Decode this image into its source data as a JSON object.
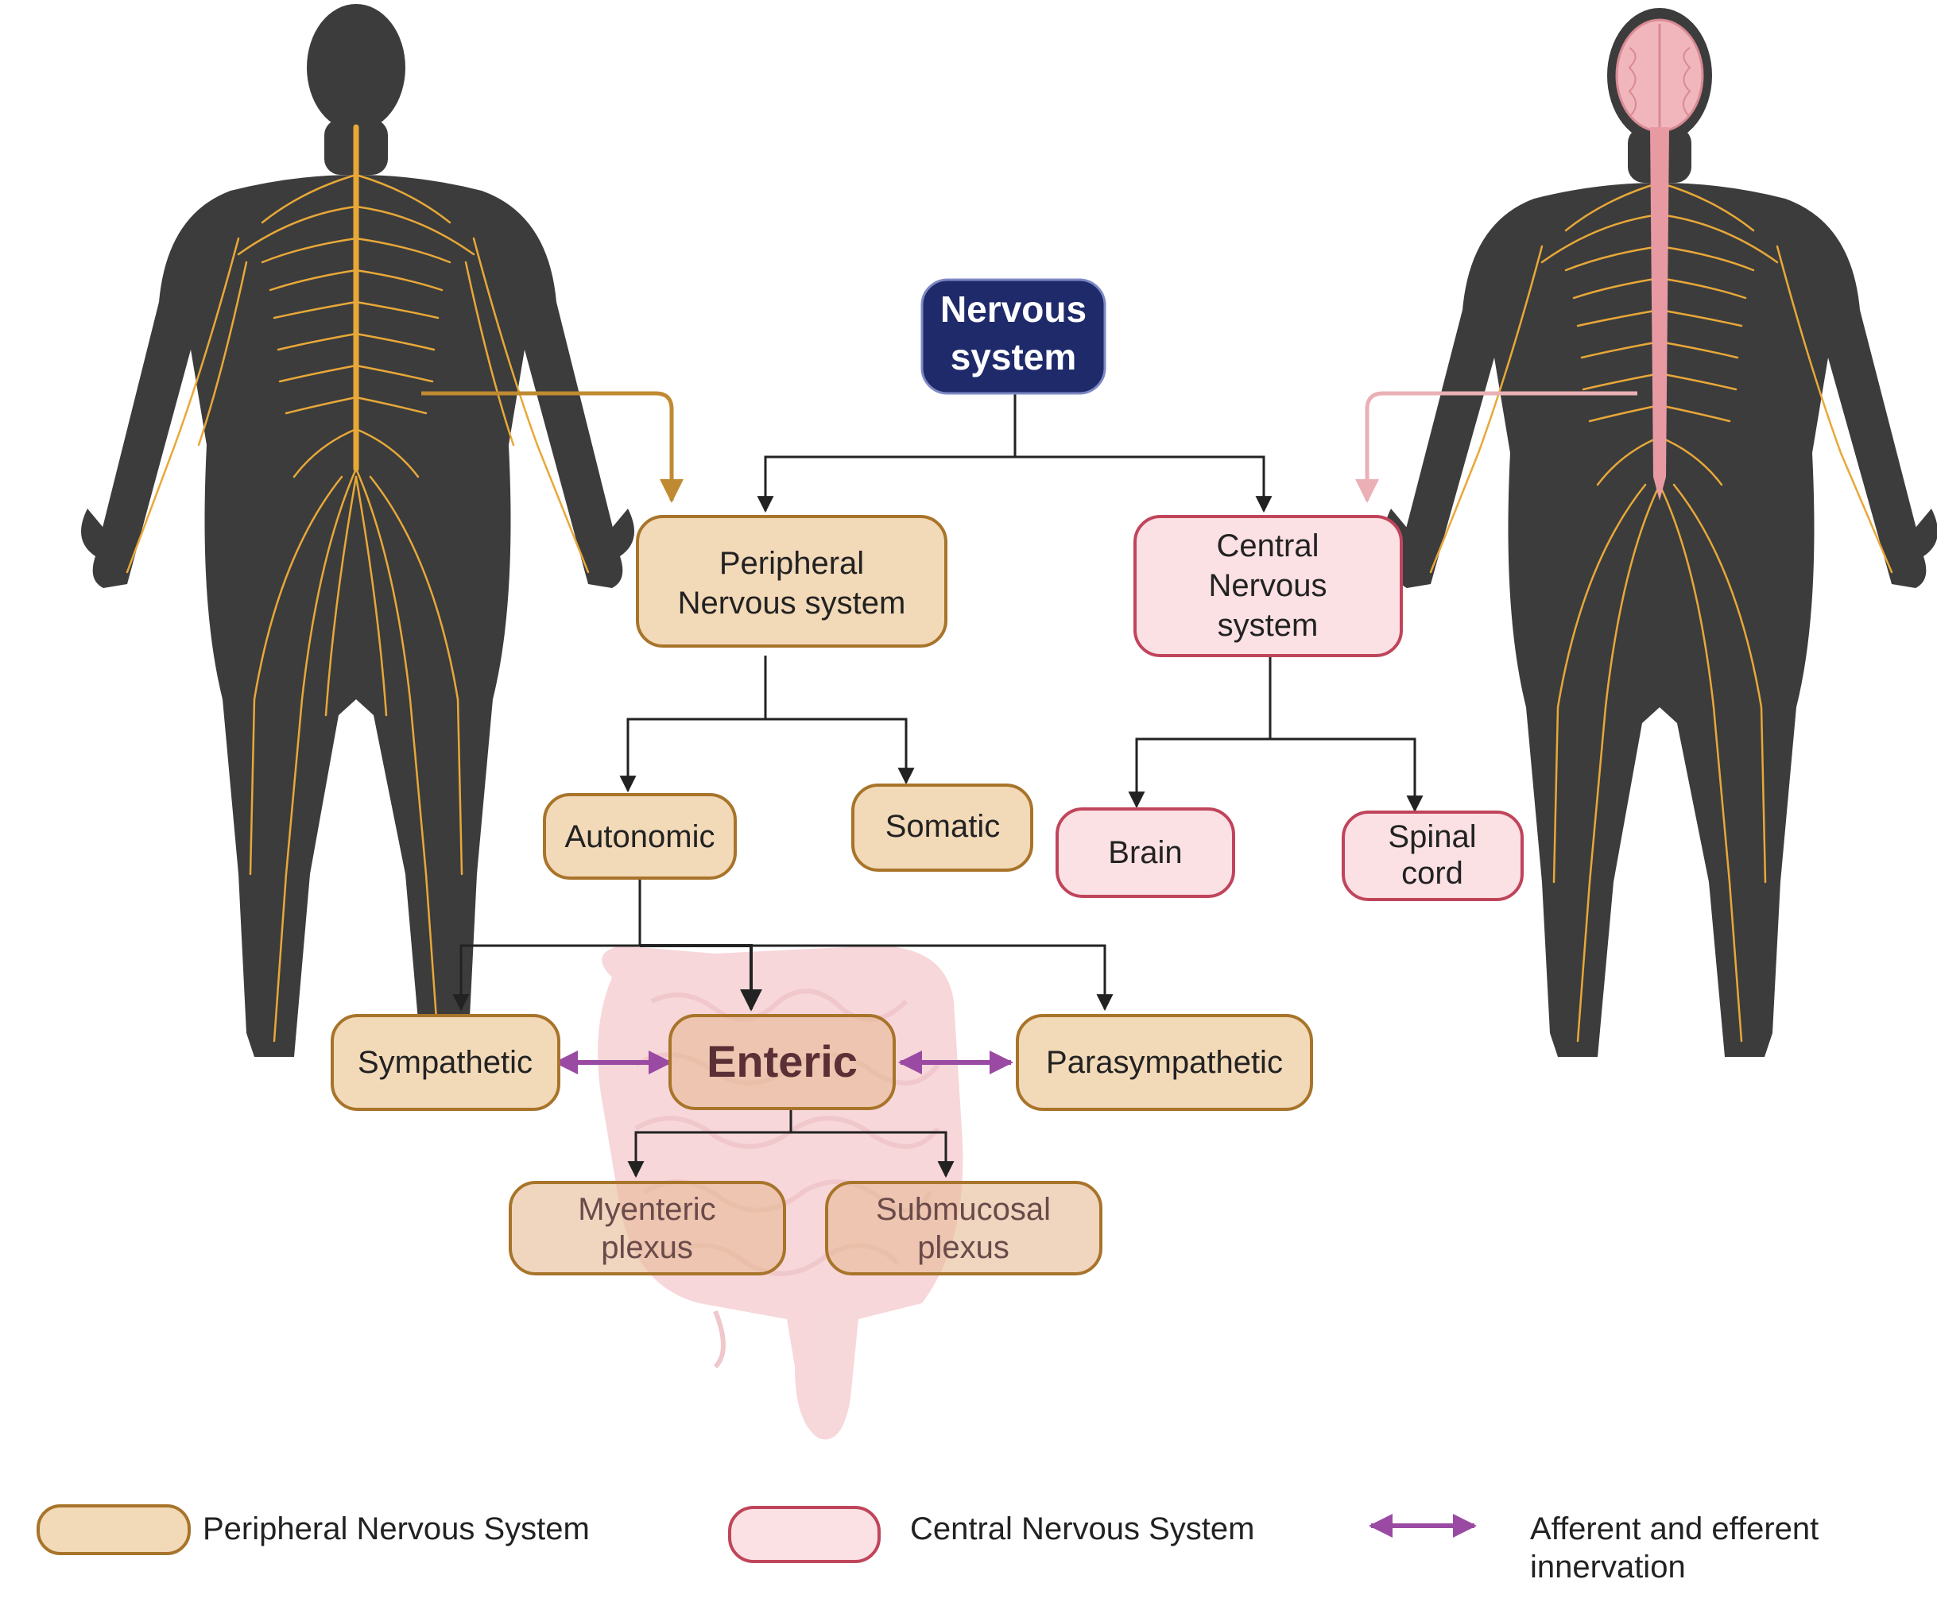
{
  "nodes": {
    "nervous_system": [
      "Nervous",
      "system"
    ],
    "peripheral": [
      "Peripheral",
      "Nervous system"
    ],
    "central": [
      "Central",
      "Nervous",
      "system"
    ],
    "autonomic": [
      "Autonomic"
    ],
    "somatic": [
      "Somatic"
    ],
    "brain": [
      "Brain"
    ],
    "spinal_cord": [
      "Spinal",
      "cord"
    ],
    "sympathetic": [
      "Sympathetic"
    ],
    "enteric": [
      "Enteric"
    ],
    "parasympathetic": [
      "Parasympathetic"
    ],
    "myenteric": [
      "Myenteric",
      "plexus"
    ],
    "submucosal": [
      "Submucosal",
      "plexus"
    ]
  },
  "legend": {
    "pns": "Peripheral Nervous System",
    "cns": "Central Nervous System",
    "arrow_line1": "Afferent and efferent",
    "arrow_line2": "innervation"
  },
  "colors": {
    "pns_fill": "#f2d9b8",
    "pns_stroke": "#a8742a",
    "cns_fill": "#fbe0e4",
    "cns_stroke": "#c0455a",
    "root_fill": "#1f2a6b",
    "arrow_purple": "#9a4aa3",
    "body": "#3c3c3c",
    "nerve_yellow": "#e8a838",
    "spine_pink": "#e89aa2",
    "gut": "#f1b8bc"
  },
  "icons": [
    "human-body-pns-figure",
    "human-body-cns-figure",
    "intestine-icon",
    "brain-icon"
  ]
}
